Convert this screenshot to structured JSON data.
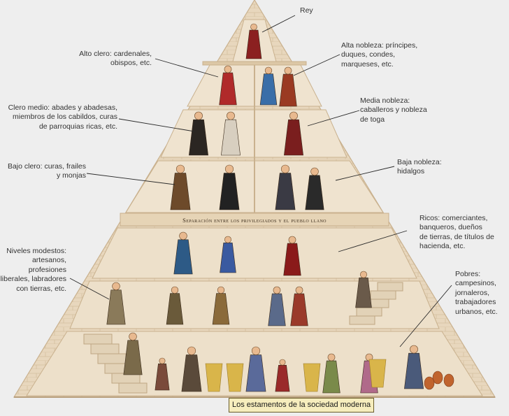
{
  "diagram": {
    "separator": "Separación entre los privilegiados y el pueblo llano",
    "caption": "Los estamentos de la sociedad moderna",
    "colors": {
      "background": "#eeeeee",
      "stone": "#e8d7bd",
      "panel": "#efe3cf",
      "frame": "#c9b18e",
      "step": "#e2d2b7",
      "caption_bg": "#f6edbd"
    },
    "labels": {
      "rey": [
        "Rey"
      ],
      "alto_clero": [
        "Alto clero: cardenales,",
        "obispos, etc."
      ],
      "alta_nobleza": [
        "Alta nobleza: príncipes,",
        "duques, condes,",
        "marqueses, etc."
      ],
      "clero_medio": [
        "Clero medio: abades y abadesas,",
        "miembros de los cabildos, curas",
        "de parroquias ricas, etc."
      ],
      "media_nobleza": [
        "Media nobleza:",
        "caballeros y nobleza",
        "de toga"
      ],
      "bajo_clero": [
        "Bajo clero: curas, frailes",
        "y monjas"
      ],
      "baja_nobleza": [
        "Baja nobleza:",
        "hidalgos"
      ],
      "ricos": [
        "Ricos: comerciantes,",
        "banqueros, dueños",
        "de tierras, de títulos de",
        "hacienda, etc."
      ],
      "niveles_modestos": [
        "Niveles modestos:",
        "artesanos,",
        "profesiones",
        "liberales, labradores",
        "con tierras, etc."
      ],
      "pobres": [
        "Pobres:",
        "campesinos,",
        "jornaleros,",
        "trabajadores",
        "urbanos, etc."
      ]
    }
  }
}
